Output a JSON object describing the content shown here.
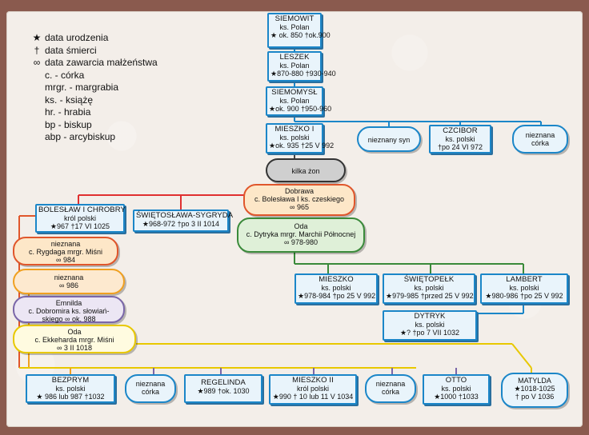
{
  "legend": [
    {
      "symbol": "★",
      "text": "data urodzenia"
    },
    {
      "symbol": "†",
      "text": "data śmierci"
    },
    {
      "symbol": "∞",
      "text": "data zawarcia małżeństwa"
    },
    {
      "symbol": "",
      "text": "c. - córka"
    },
    {
      "symbol": "",
      "text": "mrgr. - margrabia"
    },
    {
      "symbol": "",
      "text": "ks. - książę"
    },
    {
      "symbol": "",
      "text": "hr. - hrabia"
    },
    {
      "symbol": "",
      "text": "bp - biskup"
    },
    {
      "symbol": "",
      "text": "abp - arcybiskup"
    }
  ],
  "nodes": {
    "siemowit": {
      "name": "SIEMOWIT",
      "title": "ks. Polan",
      "dates": "★ ok. 850  †ok.900"
    },
    "leszek": {
      "name": "LESZEK",
      "title": "ks. Polan",
      "dates": "★870-880  †930-940"
    },
    "siemomysl": {
      "name": "SIEMOMYSŁ",
      "title": "ks. Polan",
      "dates": "★ok. 900  †950-960"
    },
    "mieszko1": {
      "name": "MIESZKO I",
      "title": "ks. polski",
      "dates": "★ok. 935  †25 V 992"
    },
    "unknown_son": {
      "text": "nieznany syn"
    },
    "czcibor": {
      "name": "CZCIBOR",
      "title": "ks. polski",
      "dates": "†po 24 VI 972"
    },
    "unknown_daughter_top": {
      "line1": "nieznana",
      "line2": "córka"
    },
    "kilka_zon": {
      "text": "kilka żon"
    },
    "dobrawa": {
      "line1": "Dobrawa",
      "line2": "c. Bolesława I ks. czeskiego",
      "line3": "∞ 965"
    },
    "oda1": {
      "line1": "Oda",
      "line2": "c. Dytryka mrgr. Marchii Północnej",
      "line3": "∞ 978-980"
    },
    "boleslaw": {
      "name": "BOLESŁAW I CHROBRY",
      "title": "król polski",
      "dates": "★967   †17 VI 1025"
    },
    "swietoslawa": {
      "name": "ŚWIĘTOSŁAWA-SYGRYDA",
      "dates": "★968-972  †po 3 II 1014"
    },
    "wife1": {
      "line1": "nieznana",
      "line2": "c. Rygdaga mrgr. Miśni",
      "line3": "∞ 984"
    },
    "wife2": {
      "line1": "nieznana",
      "line2": "∞ 986"
    },
    "emnilda": {
      "line1": "Emnilda",
      "line2": "c. Dobromira ks. słowiań-",
      "line3": "skiego   ∞ ok. 988"
    },
    "oda2": {
      "line1": "Oda",
      "line2": "c. Ekkeharda mrgr. Miśni",
      "line3": "∞ 3 II 1018"
    },
    "mieszko_s": {
      "name": "MIESZKO",
      "title": "ks. polski",
      "dates": "★978-984  †po 25 V 992"
    },
    "swietopelk": {
      "name": "ŚWIĘTOPEŁK",
      "title": "ks. polski",
      "dates": "★979-985 †przed 25 V 992"
    },
    "lambert": {
      "name": "LAMBERT",
      "title": "ks. polski",
      "dates": "★980-986  †po 25 V 992"
    },
    "dytryk": {
      "name": "DYTRYK",
      "title": "ks. polski",
      "dates": "★?   †po 7 VII 1032"
    },
    "bezprym": {
      "name": "BEZPRYM",
      "title": "ks. polski",
      "dates": "★ 986 lub 987  †1032"
    },
    "unk_d1": {
      "line1": "nieznana",
      "line2": "córka"
    },
    "regelinda": {
      "name": "REGELINDA",
      "dates": "★989   †ok. 1030"
    },
    "mieszko2": {
      "name": "MIESZKO II",
      "title": "król polski",
      "dates": "★990  † 10 lub 11 V 1034"
    },
    "unk_d2": {
      "line1": "nieznana",
      "line2": "córka"
    },
    "otto": {
      "name": "OTTO",
      "title": "ks. polski",
      "dates": "★1000    †1033"
    },
    "matylda": {
      "line1": "MATYLDA",
      "line2": "★1018-1025",
      "line3": "† po V 1036"
    }
  }
}
